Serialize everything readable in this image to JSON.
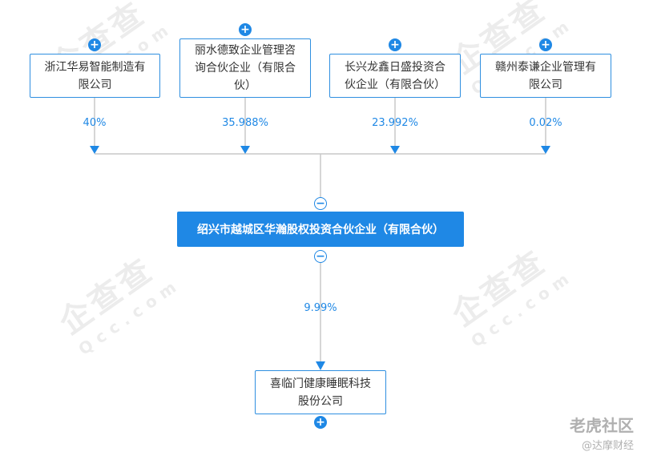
{
  "shareholders": [
    {
      "name": "浙江华易智能制造有限公司",
      "line1": "浙江华易智能制造有",
      "line2": "限公司",
      "percent": "40%"
    },
    {
      "name": "丽水德致企业管理咨询合伙企业（有限合伙）",
      "line1": "丽水德致企业管理咨",
      "line2": "询合伙企业（有限合",
      "line3": "伙）",
      "percent": "35.988%"
    },
    {
      "name": "长兴龙鑫日盛投资合伙企业（有限合伙）",
      "line1": "长兴龙鑫日盛投资合",
      "line2": "伙企业（有限合伙）",
      "percent": "23.992%"
    },
    {
      "name": "赣州泰谦企业管理有限公司",
      "line1": "赣州泰谦企业管理有",
      "line2": "限公司",
      "percent": "0.02%"
    }
  ],
  "main_company": "绍兴市越城区华瀚股权投资合伙企业（有限合伙）",
  "investment": {
    "name_line1": "喜临门健康睡眠科技",
    "name_line2": "股份公司",
    "percent": "9.99%"
  },
  "icons": {
    "expand": "+",
    "collapse": "−"
  },
  "watermark": {
    "brand": "企查查",
    "domain": "Qcc.com"
  },
  "footer": {
    "brand": "老虎社区",
    "author": "@达摩财经"
  },
  "colors": {
    "accent": "#1f88e5"
  }
}
